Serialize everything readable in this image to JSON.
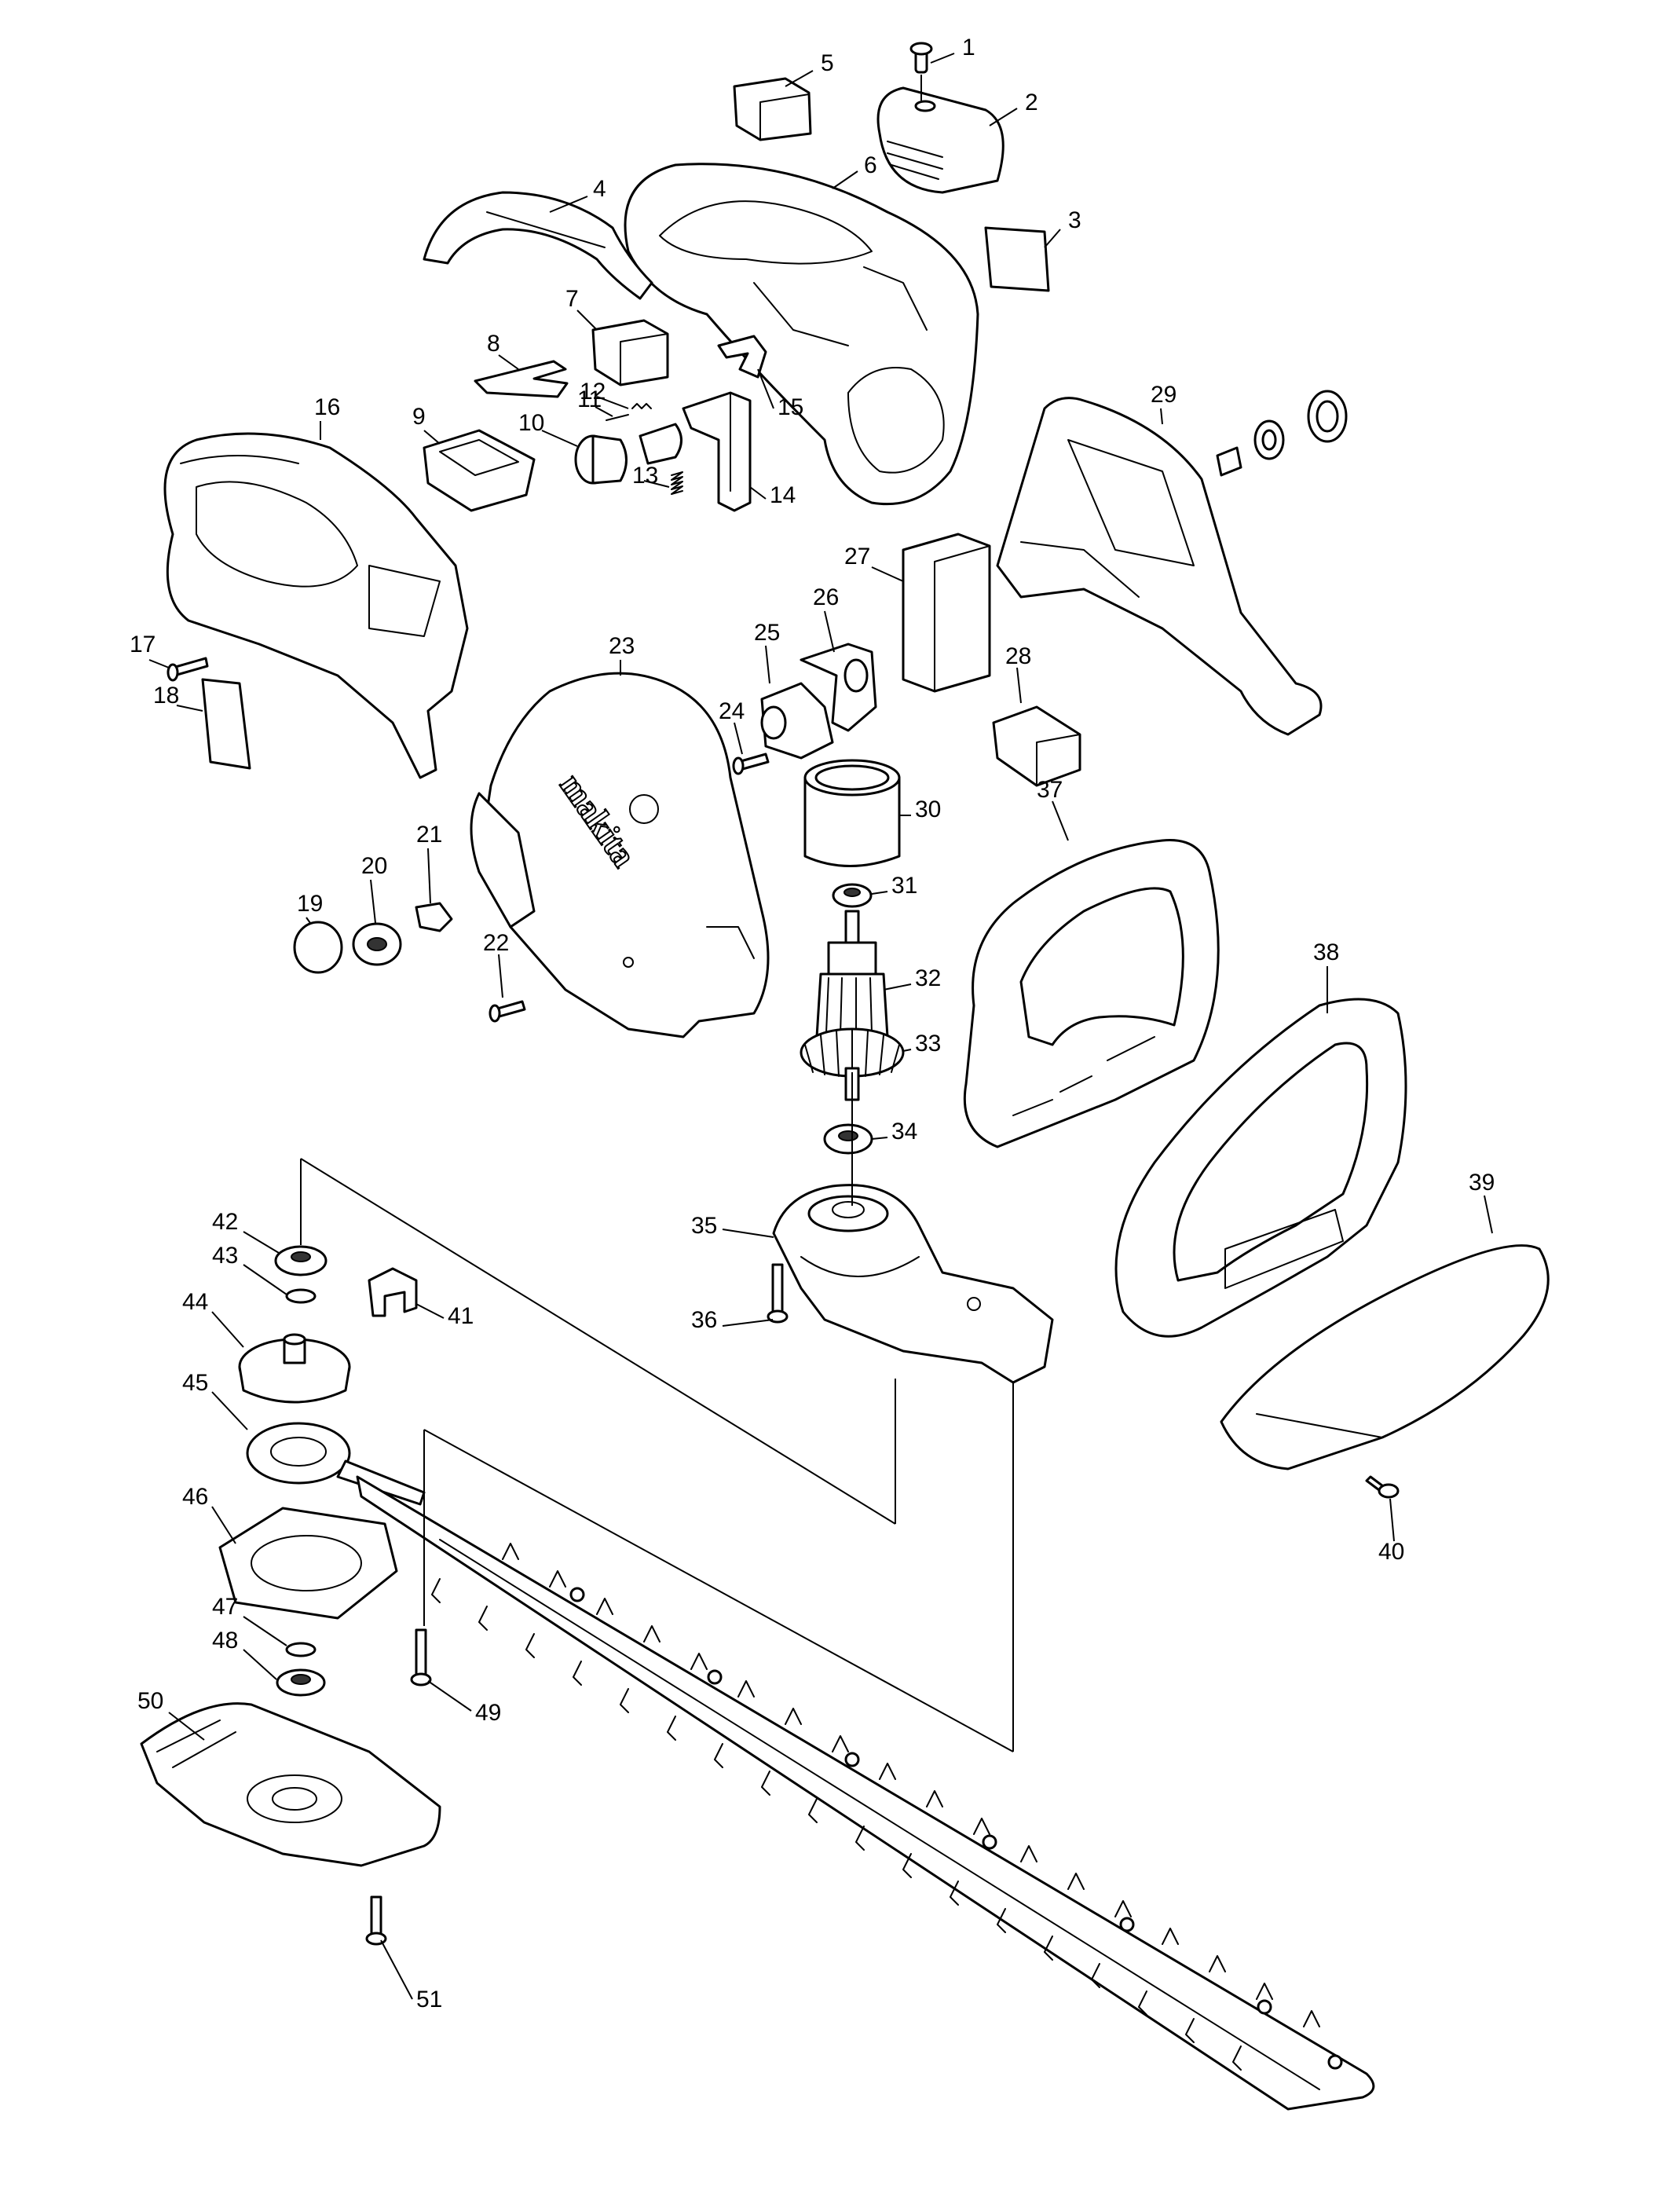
{
  "diagram": {
    "brand_text": "makita",
    "part_numbers": [
      "1",
      "2",
      "3",
      "4",
      "5",
      "6",
      "7",
      "8",
      "9",
      "10",
      "11",
      "12",
      "13",
      "14",
      "15",
      "16",
      "17",
      "18",
      "19",
      "20",
      "21",
      "22",
      "23",
      "24",
      "25",
      "26",
      "27",
      "28",
      "29",
      "30",
      "31",
      "32",
      "33",
      "34",
      "35",
      "36",
      "37",
      "38",
      "39",
      "40",
      "41",
      "42",
      "43",
      "44",
      "45",
      "46",
      "47",
      "48",
      "49",
      "50",
      "51"
    ]
  }
}
